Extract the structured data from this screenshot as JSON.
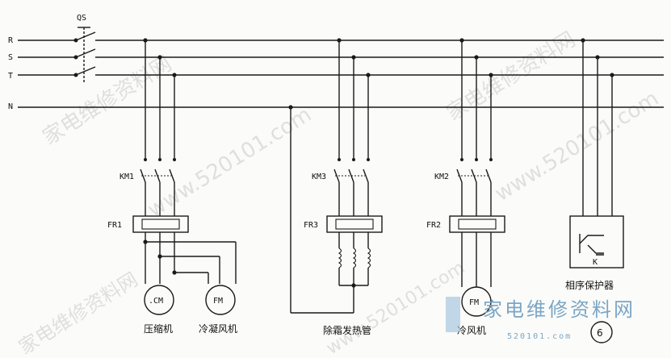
{
  "lines": {
    "r": "R",
    "s": "S",
    "t": "T",
    "n": "N"
  },
  "switch": "QS",
  "contactors": {
    "km1": "KM1",
    "km3": "KM3",
    "km2": "KM2"
  },
  "relays": {
    "fr1": "FR1",
    "fr3": "FR3",
    "fr2": "FR2"
  },
  "motors": {
    "compressor": ".CM",
    "condenser_fan": "FM",
    "cold_fan": "FM"
  },
  "protector_code": "K",
  "captions": {
    "compressor": "压缩机",
    "condenser_fan": "冷凝风机",
    "defrost_heater": "除霜发热管",
    "cold_fan": "冷风机",
    "phase_protector": "相序保护器"
  },
  "figure_number": "6",
  "watermark": {
    "text": "家电维修资料网",
    "url": "www.520101.com"
  },
  "brand": {
    "logo": "家电维修资料网",
    "url": "520101.com"
  }
}
